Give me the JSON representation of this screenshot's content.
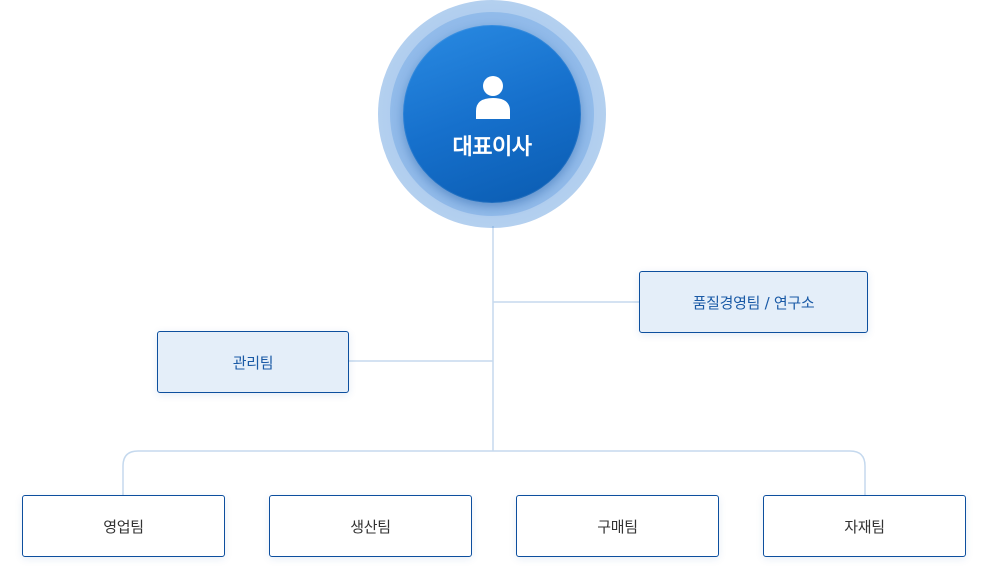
{
  "ceo": {
    "label": "대표이사",
    "icon": "person-icon"
  },
  "staff": {
    "right_label": "품질경영팀 / 연구소",
    "left_label": "관리팀"
  },
  "teams": [
    {
      "label": "영업팀"
    },
    {
      "label": "생산팀"
    },
    {
      "label": "구매팀"
    },
    {
      "label": "자재팀"
    }
  ],
  "colors": {
    "primary": "#1670cc",
    "border": "#0d4f9e",
    "staff_fill": "#e4eef9",
    "line": "#c5d9ee"
  }
}
